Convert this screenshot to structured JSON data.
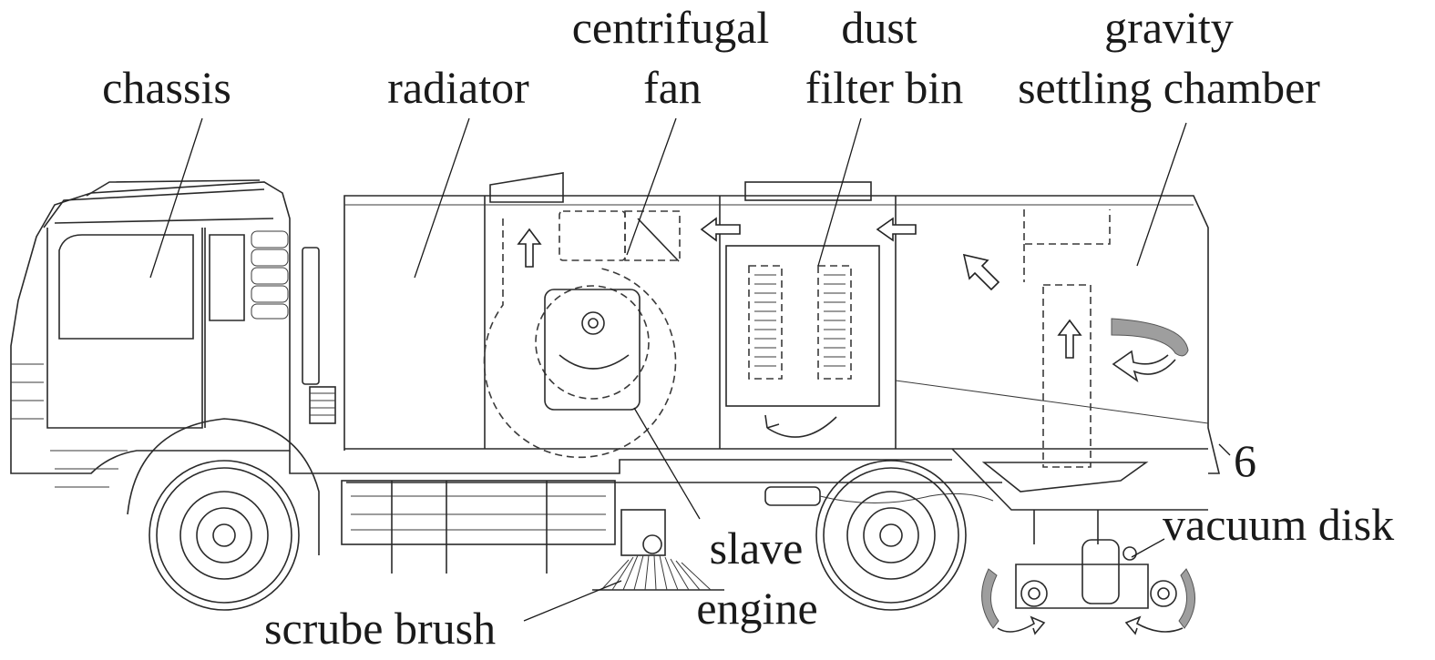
{
  "labels": {
    "chassis": "chassis",
    "radiator": "radiator",
    "centrifugal_fan_1": "centrifugal",
    "centrifugal_fan_2": "fan",
    "dust_filter_1": "dust",
    "dust_filter_2": "filter bin",
    "gravity_1": "gravity",
    "gravity_2": "settling chamber",
    "number_6": "6",
    "vacuum_disk": "vacuum disk",
    "slave_1": "slave",
    "slave_2": "engine",
    "scrube_brush": "scrube brush"
  }
}
